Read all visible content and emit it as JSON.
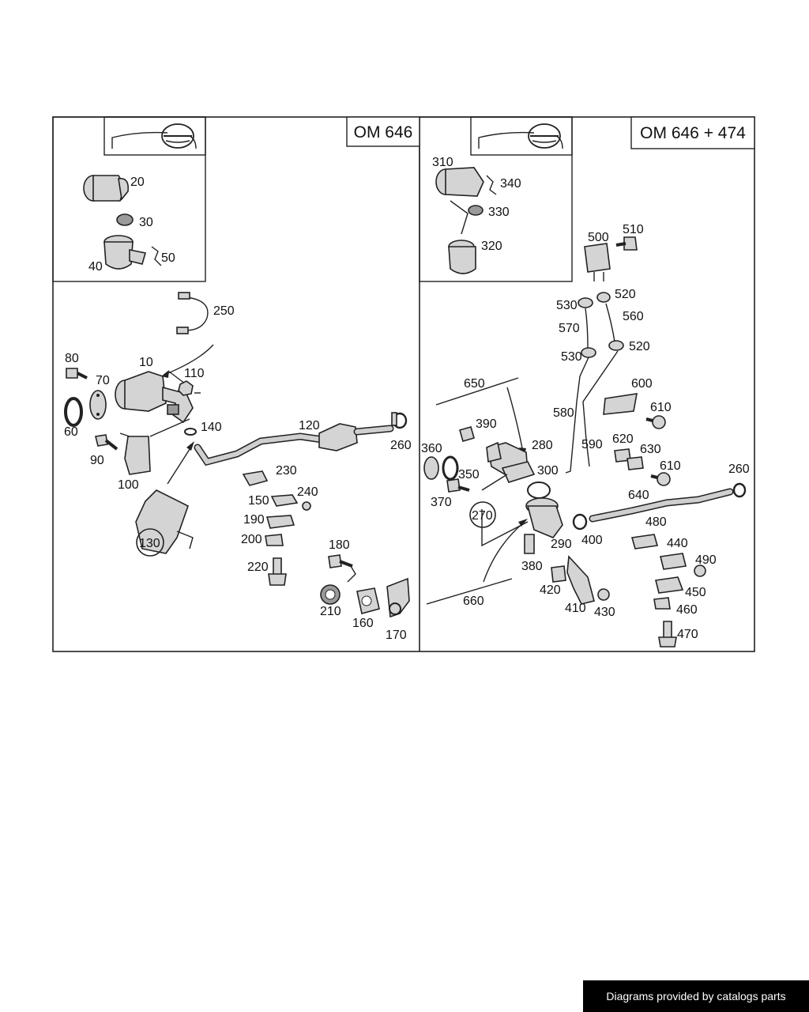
{
  "panels": {
    "left": {
      "model": "OM 646"
    },
    "right": {
      "model": "OM 646 + 474"
    }
  },
  "callouts": {
    "c20": "20",
    "c30": "30",
    "c40": "40",
    "c50": "50",
    "c250": "250",
    "c80": "80",
    "c70": "70",
    "c10": "10",
    "c110": "110",
    "c60": "60",
    "c140": "140",
    "c120": "120",
    "c260a": "260",
    "c90": "90",
    "c100": "100",
    "c230": "230",
    "c240": "240",
    "c150": "150",
    "c190": "190",
    "c200": "200",
    "c130": "130",
    "c180": "180",
    "c220": "220",
    "c210": "210",
    "c160": "160",
    "c170": "170",
    "c310": "310",
    "c340": "340",
    "c330": "330",
    "c320": "320",
    "c500": "500",
    "c510": "510",
    "c520a": "520",
    "c530a": "530",
    "c570": "570",
    "c560": "560",
    "c530b": "530",
    "c520b": "520",
    "c650": "650",
    "c600": "600",
    "c580": "580",
    "c390": "390",
    "c280": "280",
    "c360": "360",
    "c350": "350",
    "c370": "370",
    "c300": "300",
    "c590": "590",
    "c620": "620",
    "c630": "630",
    "c610a": "610",
    "c610b": "610",
    "c270": "270",
    "c260b": "260",
    "c640": "640",
    "c290": "290",
    "c400": "400",
    "c480": "480",
    "c440": "440",
    "c380": "380",
    "c490": "490",
    "c420": "420",
    "c450": "450",
    "c410": "410",
    "c430": "430",
    "c460": "460",
    "c660": "660",
    "c470": "470"
  },
  "footer": {
    "credit": "Diagrams provided by catalogs parts"
  }
}
